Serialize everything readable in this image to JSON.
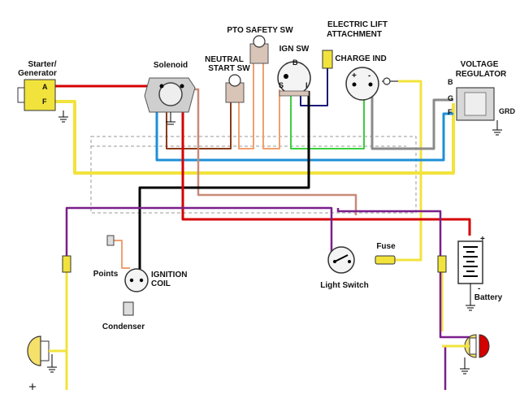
{
  "labels": {
    "starter_generator_1": "Starter/",
    "starter_generator_2": "Generator",
    "gen_terminal_a": "A",
    "gen_terminal_f": "F",
    "solenoid": "Solenoid",
    "pto_safety_sw": "PTO SAFETY SW",
    "neutral_start_1": "NEUTRAL",
    "neutral_start_2": "START SW",
    "ign_sw": "IGN SW",
    "ign_terminal_b": "B",
    "ign_terminal_s": "S",
    "ign_terminal_i": "I",
    "electric_lift_1": "ELECTRIC LIFT",
    "electric_lift_2": "ATTACHMENT",
    "charge_ind": "CHARGE IND",
    "charge_plus": "+",
    "charge_minus": "-",
    "voltage_reg_1": "VOLTAGE",
    "voltage_reg_2": "REGULATOR",
    "reg_terminal_b": "B",
    "reg_terminal_g": "G",
    "reg_terminal_f": "F",
    "reg_grd": "GRD",
    "fuse": "Fuse",
    "light_switch": "Light Switch",
    "battery": "Battery",
    "battery_plus": "+",
    "battery_minus": "-",
    "points": "Points",
    "ignition_coil_1": "IGNITION",
    "ignition_coil_2": "COIL",
    "condenser": "Condenser"
  },
  "colors": {
    "red": "#d40000",
    "yellow": "#f2e33c",
    "blue": "#1e8fd6",
    "green": "#3ccf3c",
    "gray": "#8a8a8a",
    "purple": "#7a1f8c",
    "orange": "#f0a070",
    "brown": "#8b3a1a",
    "tan": "#c88a78",
    "navy": "#1a1a7a",
    "black": "#000000",
    "lamp": "#f5e06a",
    "dashed": "#9a9a9a"
  }
}
